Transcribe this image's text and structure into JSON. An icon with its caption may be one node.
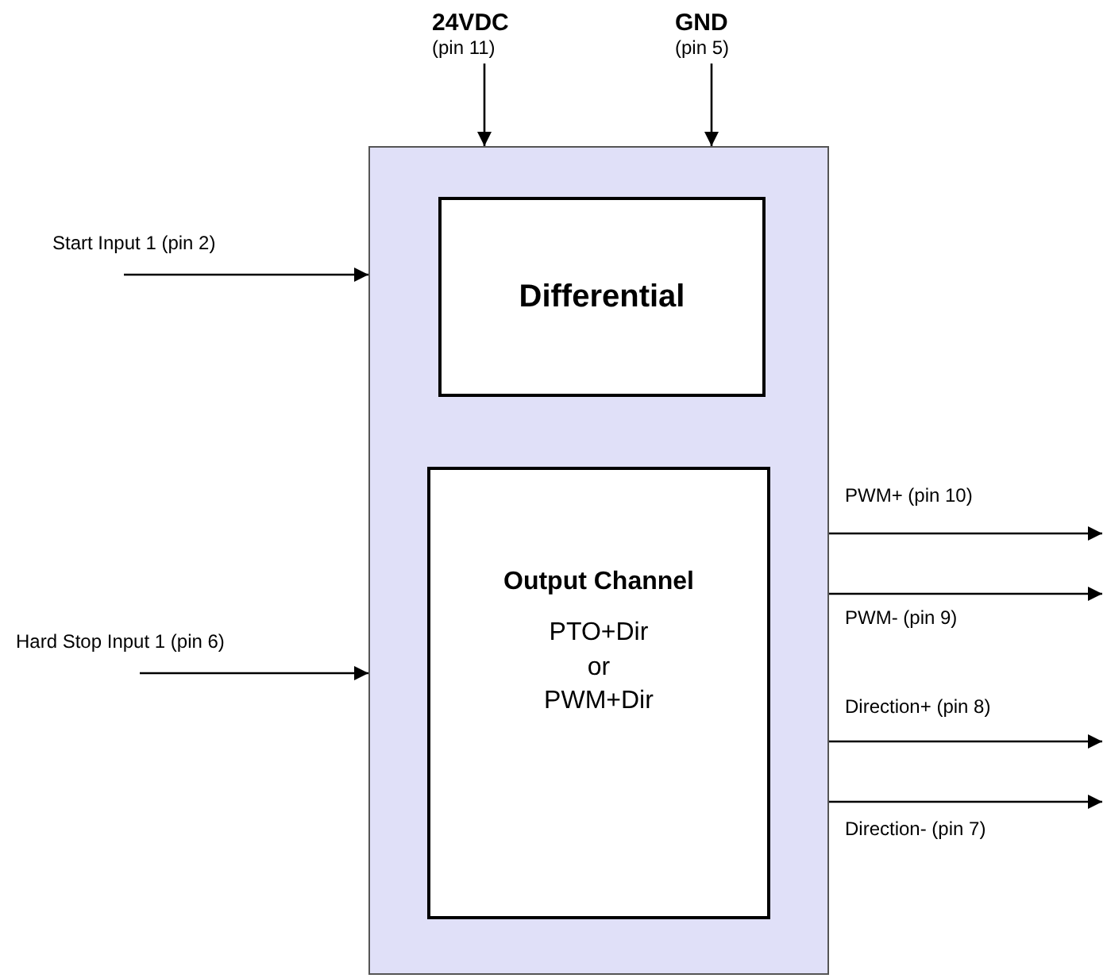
{
  "diagram": {
    "nodes": [
      {
        "text": [
          "24VDC",
          "(pin 11)"
        ]
      },
      {
        "text": [
          "GND",
          "(pin 5)"
        ]
      },
      {
        "text": [],
        "shape": "box"
      },
      {
        "text": [
          "Differential"
        ],
        "in": 2
      },
      {
        "text": [
          "Output Channel",
          "PTO+Dir or PWM+Dir"
        ],
        "in": 2
      }
    ],
    "edges": [
      {
        "from": 0,
        "to": 2,
        "arrow": "to"
      },
      {
        "from": 1,
        "to": 2,
        "arrow": "to"
      },
      {
        "from": null,
        "to": 2,
        "arrow": "to",
        "label": "Start Input 1 (pin 2)"
      },
      {
        "from": null,
        "to": 2,
        "arrow": "to",
        "label": "Hard Stop Input 1 (pin 6)"
      },
      {
        "from": 2,
        "to": null,
        "arrow": "to",
        "label": "PWM+ (pin 10)"
      },
      {
        "from": 2,
        "to": null,
        "arrow": "to",
        "label": "PWM- (pin 9)"
      },
      {
        "from": 2,
        "to": null,
        "arrow": "to",
        "label": "Direction+ (pin 8)"
      },
      {
        "from": 2,
        "to": null,
        "arrow": "to",
        "label": "Direction- (pin 7)"
      }
    ]
  }
}
